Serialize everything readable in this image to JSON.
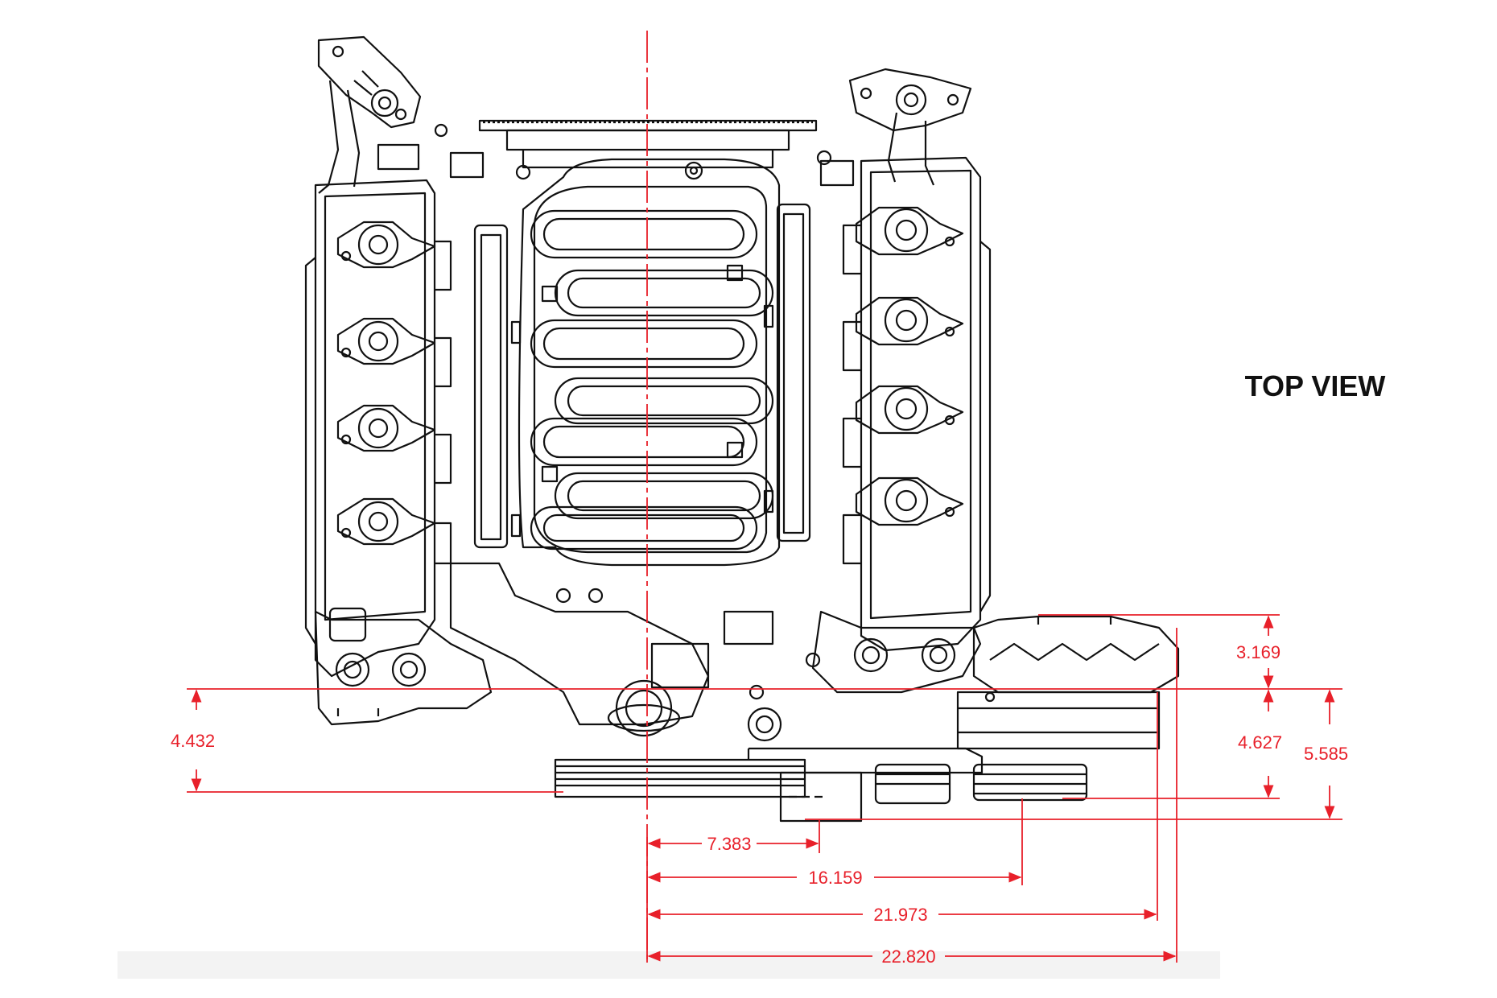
{
  "view_label": "TOP VIEW",
  "dimensions": {
    "d_3169": "3.169",
    "d_4627": "4.627",
    "d_5585": "5.585",
    "d_4432": "4.432",
    "d_7383": "7.383",
    "d_16159": "16.159",
    "d_21973": "21.973",
    "d_22820": "22.820"
  },
  "colors": {
    "dimension": "#e8202a",
    "drawing": "#111111",
    "background": "#ffffff"
  }
}
